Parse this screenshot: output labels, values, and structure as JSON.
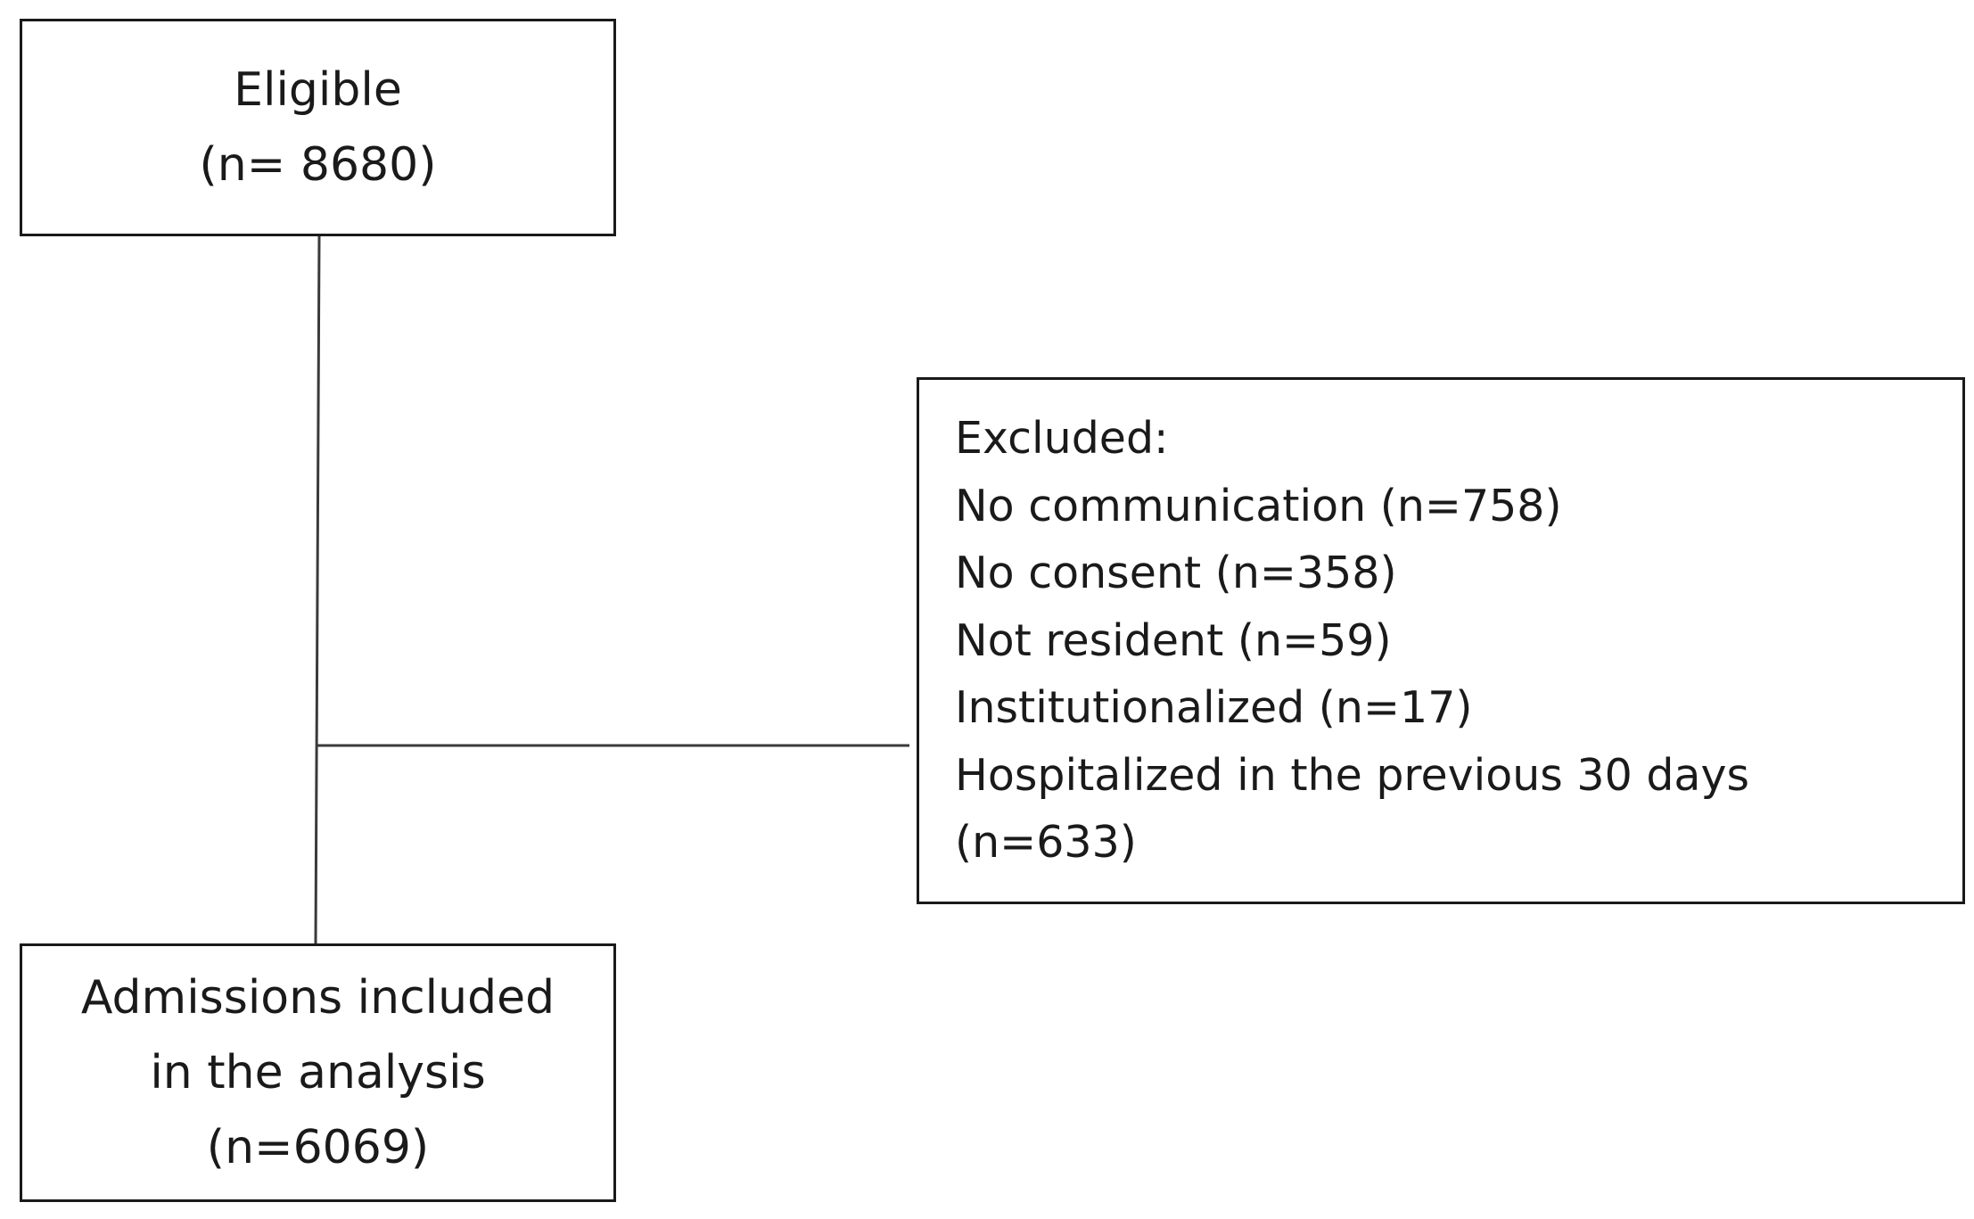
{
  "boxes": {
    "eligible": {
      "lines": [
        "Eligible",
        "(n= 8680)"
      ]
    },
    "included": {
      "lines": [
        "Admissions included",
        "in the analysis",
        "(n=6069)"
      ]
    },
    "excluded": {
      "lines": [
        "Excluded:",
        "No communication (n=758)",
        "No consent (n=358)",
        "Not resident (n=59)",
        "Institutionalized (n=17)",
        "Hospitalized in the previous 30 days",
        "(n=633)"
      ]
    }
  },
  "colors": {
    "border": "#1a1a1a",
    "connector": "#3a3a3a",
    "background": "#ffffff"
  }
}
